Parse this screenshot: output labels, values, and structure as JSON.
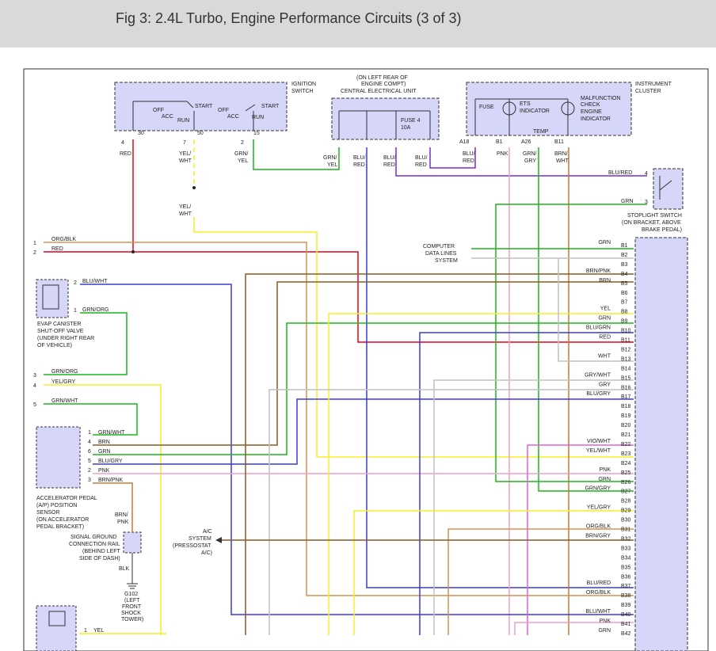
{
  "header": {
    "title": "Fig 3: 2.4L Turbo, Engine Performance Circuits (3 of 3)"
  },
  "components": {
    "ignition_switch": {
      "name": [
        "IGNITION",
        "SWITCH"
      ],
      "positions_left": [
        "OFF",
        "ACC",
        "RUN",
        "START"
      ],
      "positions_right": [
        "OFF",
        "ACC",
        "RUN",
        "START"
      ],
      "terminals": [
        "30",
        "50",
        "15"
      ]
    },
    "central_electrical_unit": {
      "note": [
        "(ON LEFT REAR OF",
        "ENGINE COMPT)",
        "CENTRAL ELECTRICAL UNIT"
      ],
      "fuse": [
        "FUSE 4",
        "10A"
      ]
    },
    "instrument_cluster": {
      "name": [
        "INSTRUMENT",
        "CLUSTER"
      ],
      "fuse": "FUSE",
      "ets": [
        "ETS",
        "INDICATOR"
      ],
      "mil": [
        "MALFUNCTION",
        "CHECK",
        "ENGINE",
        "INDICATOR"
      ],
      "temp": "TEMP",
      "pins": [
        "A18",
        "B1",
        "A26",
        "B11"
      ]
    },
    "stoplight_switch": {
      "name": [
        "STOPLIGHT SWITCH",
        "(ON BRACKET, ABOVE",
        "BRAKE PEDAL)"
      ],
      "pins": [
        "4",
        "3"
      ]
    },
    "computer_data_lines": [
      "COMPUTER",
      "DATA LINES",
      "SYSTEM"
    ],
    "evap_valve": {
      "name": [
        "EVAP CANISTER",
        "SHUT-OFF VALVE",
        "(UNDER RIGHT REAR",
        "OF VEHICLE)"
      ],
      "pins": [
        "2",
        "1"
      ]
    },
    "app_sensor": {
      "name": [
        "ACCELERATOR PEDAL",
        "(A/P) POSITION",
        "SENSOR",
        "(ON ACCELERATOR",
        "PEDAL BRACKET)"
      ],
      "pins": [
        "1",
        "4",
        "6",
        "5",
        "2",
        "3"
      ]
    },
    "signal_ground": {
      "name": [
        "SIGNAL GROUND",
        "CONNECTION RAIL",
        "(BEHIND LEFT",
        "SIDE OF DASH)"
      ],
      "ground": [
        "G102",
        "(LEFT",
        "FRONT",
        "SHOCK",
        "TOWER)"
      ]
    },
    "ac_system": [
      "A/C",
      "SYSTEM",
      "(PRESSOSTAT",
      "A/C)"
    ]
  },
  "connector_labels": [
    "1",
    "2",
    "3",
    "4",
    "5"
  ],
  "ignition_pins": [
    "4",
    "7",
    "2"
  ],
  "wire_labels_top": [
    "RED",
    "YEL/",
    "WHT",
    "GRN/",
    "YEL",
    "YEL/",
    "WHT",
    "GRN/",
    "YEL",
    "BLU/",
    "RED",
    "BLU/",
    "RED",
    "BLU/",
    "RED",
    "BLU/",
    "RED",
    "PNK",
    "GRN/",
    "GRY",
    "BRN/",
    "WHT"
  ],
  "wire_labels_left": [
    "ORG/BLK",
    "RED",
    "BLU/WHT",
    "GRN/ORG",
    "GRN/ORG",
    "YEL/GRY",
    "GRN/WHT",
    "GRN/WHT",
    "BRN",
    "GRN",
    "BLU/GRY",
    "PNK",
    "BRN/PNK",
    "BRN/",
    "PNK",
    "BLK",
    "YEL"
  ],
  "stoplight_wires": [
    "BLU/RED",
    "GRN"
  ],
  "ecm_pins": [
    {
      "pin": "B1",
      "wire": "GRN"
    },
    {
      "pin": "B2",
      "wire": ""
    },
    {
      "pin": "B3",
      "wire": ""
    },
    {
      "pin": "B4",
      "wire": "BRN/PNK"
    },
    {
      "pin": "B5",
      "wire": "BRN"
    },
    {
      "pin": "B6",
      "wire": ""
    },
    {
      "pin": "B7",
      "wire": ""
    },
    {
      "pin": "B8",
      "wire": "YEL"
    },
    {
      "pin": "B9",
      "wire": "GRN"
    },
    {
      "pin": "B10",
      "wire": "BLU/GRN"
    },
    {
      "pin": "B11",
      "wire": "RED"
    },
    {
      "pin": "B12",
      "wire": ""
    },
    {
      "pin": "B13",
      "wire": "WHT"
    },
    {
      "pin": "B14",
      "wire": ""
    },
    {
      "pin": "B15",
      "wire": "GRY/WHT"
    },
    {
      "pin": "B16",
      "wire": "GRY"
    },
    {
      "pin": "B17",
      "wire": "BLU/GRY"
    },
    {
      "pin": "B18",
      "wire": ""
    },
    {
      "pin": "B19",
      "wire": ""
    },
    {
      "pin": "B20",
      "wire": ""
    },
    {
      "pin": "B21",
      "wire": ""
    },
    {
      "pin": "B22",
      "wire": "VIO/WHT"
    },
    {
      "pin": "B23",
      "wire": "YEL/WHT"
    },
    {
      "pin": "B24",
      "wire": ""
    },
    {
      "pin": "B25",
      "wire": "PNK"
    },
    {
      "pin": "B26",
      "wire": "GRN"
    },
    {
      "pin": "B27",
      "wire": "GRN/GRY"
    },
    {
      "pin": "B28",
      "wire": ""
    },
    {
      "pin": "B29",
      "wire": "YEL/GRY"
    },
    {
      "pin": "B30",
      "wire": ""
    },
    {
      "pin": "B31",
      "wire": "ORG/BLK"
    },
    {
      "pin": "B32",
      "wire": "BRN/GRY"
    },
    {
      "pin": "B33",
      "wire": ""
    },
    {
      "pin": "B34",
      "wire": ""
    },
    {
      "pin": "B35",
      "wire": ""
    },
    {
      "pin": "B36",
      "wire": ""
    },
    {
      "pin": "B37",
      "wire": "BLU/RED"
    },
    {
      "pin": "B38",
      "wire": "ORG/BLK"
    },
    {
      "pin": "B39",
      "wire": ""
    },
    {
      "pin": "B40",
      "wire": "BLU/WHT"
    },
    {
      "pin": "B41",
      "wire": "PNK"
    },
    {
      "pin": "B42",
      "wire": "GRN"
    }
  ],
  "colors": {
    "red": "#e8001c",
    "yellow": "#f4ef2a",
    "green": "#1cb51c",
    "blue": "#3a3ad8",
    "purple": "#7a2ad8",
    "pink": "#f0a0c8",
    "gray": "#c0c0c0",
    "brown": "#c87830",
    "orange": "#d89050",
    "olive": "#8b5a20",
    "component_fill": "#d6d6f8"
  }
}
